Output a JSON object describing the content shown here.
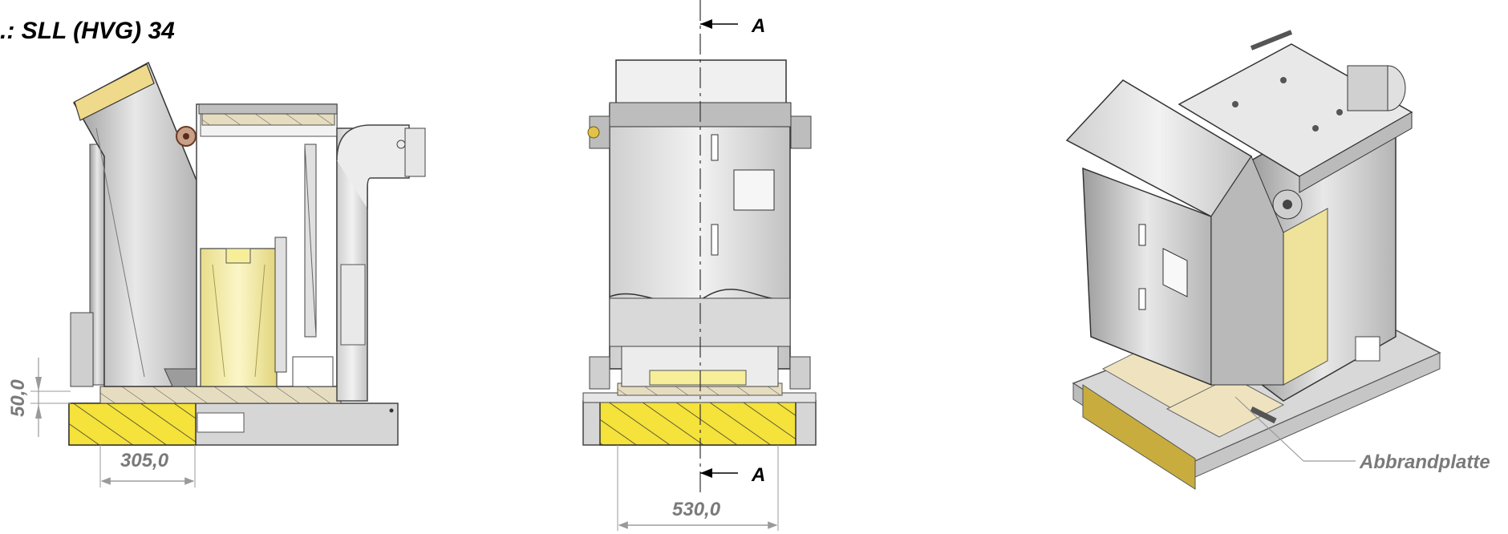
{
  "title": ".: SLL (HVG) 34",
  "dimensions": {
    "base_height": "50,0",
    "side_depth": "305,0",
    "front_width": "530,0"
  },
  "section_marks": {
    "top": "A",
    "bottom": "A"
  },
  "callout": "Abbrandplatte",
  "colors": {
    "steel": "#c9c9c9",
    "steel_dark": "#8f8f8f",
    "insulation": "#f3eaa0",
    "base_hatch": "#f5e23a",
    "plate": "#efe3bf",
    "dim": "#9a9a9a",
    "text": "#7a7a7a"
  }
}
